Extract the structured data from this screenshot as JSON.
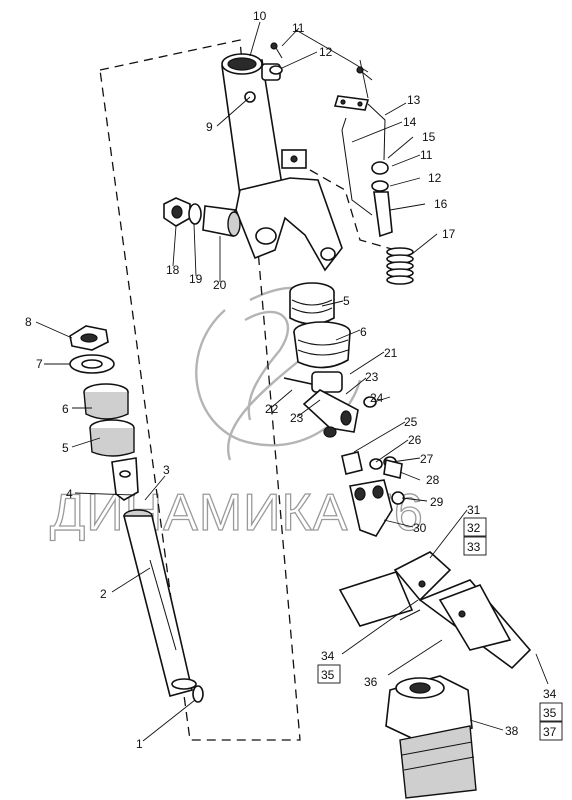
{
  "watermark": {
    "text": "ДИНАМИКА 76"
  },
  "callouts": [
    {
      "id": "c1",
      "text": "1"
    },
    {
      "id": "c2",
      "text": "2"
    },
    {
      "id": "c3",
      "text": "3"
    },
    {
      "id": "c4",
      "text": "4"
    },
    {
      "id": "c5a",
      "text": "5"
    },
    {
      "id": "c5b",
      "text": "5"
    },
    {
      "id": "c6a",
      "text": "6"
    },
    {
      "id": "c6b",
      "text": "6"
    },
    {
      "id": "c7",
      "text": "7"
    },
    {
      "id": "c8",
      "text": "8"
    },
    {
      "id": "c9",
      "text": "9"
    },
    {
      "id": "c10",
      "text": "10"
    },
    {
      "id": "c11a",
      "text": "11"
    },
    {
      "id": "c11b",
      "text": "11"
    },
    {
      "id": "c12a",
      "text": "12"
    },
    {
      "id": "c12b",
      "text": "12"
    },
    {
      "id": "c13",
      "text": "13"
    },
    {
      "id": "c14",
      "text": "14"
    },
    {
      "id": "c15",
      "text": "15"
    },
    {
      "id": "c16",
      "text": "16"
    },
    {
      "id": "c17",
      "text": "17"
    },
    {
      "id": "c18",
      "text": "18"
    },
    {
      "id": "c19",
      "text": "19"
    },
    {
      "id": "c20",
      "text": "20"
    },
    {
      "id": "c21",
      "text": "21"
    },
    {
      "id": "c22",
      "text": "22"
    },
    {
      "id": "c23a",
      "text": "23"
    },
    {
      "id": "c23b",
      "text": "23"
    },
    {
      "id": "c24",
      "text": "24"
    },
    {
      "id": "c25",
      "text": "25"
    },
    {
      "id": "c26",
      "text": "26"
    },
    {
      "id": "c27",
      "text": "27"
    },
    {
      "id": "c28",
      "text": "28"
    },
    {
      "id": "c29",
      "text": "29"
    },
    {
      "id": "c30",
      "text": "30"
    },
    {
      "id": "c31",
      "text": "31"
    },
    {
      "id": "c32",
      "text": "32"
    },
    {
      "id": "c33",
      "text": "33"
    },
    {
      "id": "c34a",
      "text": "34"
    },
    {
      "id": "c35a",
      "text": "35"
    },
    {
      "id": "c36",
      "text": "36"
    },
    {
      "id": "c34b",
      "text": "34"
    },
    {
      "id": "c35b",
      "text": "35"
    },
    {
      "id": "c37",
      "text": "37"
    },
    {
      "id": "c38",
      "text": "38"
    }
  ]
}
